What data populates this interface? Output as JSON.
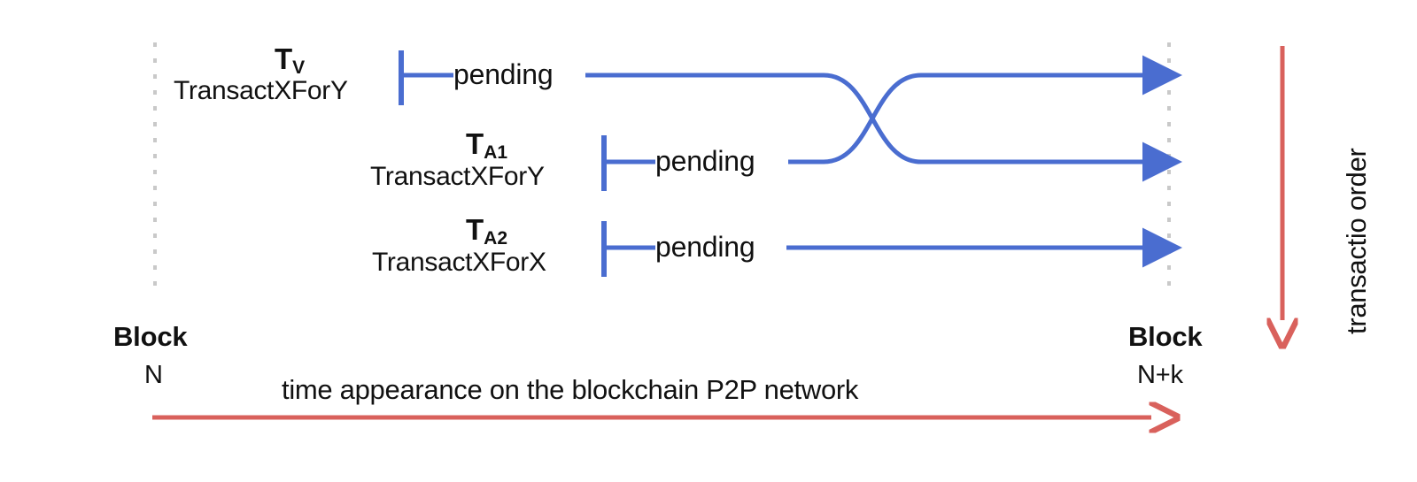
{
  "diagram": {
    "title_caption": "time appearance on the blockchain P2P network",
    "vertical_caption": "transactio order",
    "left_block": {
      "word": "Block",
      "number": "N"
    },
    "right_block": {
      "word": "Block",
      "number": "N+k"
    },
    "colors": {
      "line_blue": "#4a6dd0",
      "arrow_red": "#d9615c",
      "dashed_gray": "#c9c9c9",
      "text_black": "#111111",
      "background": "#ffffff"
    },
    "rows": [
      {
        "symbol": "T",
        "subscript": "V",
        "action": "TransactXForY",
        "status": "pending",
        "ends_at_order": 2
      },
      {
        "symbol": "T",
        "subscript": "A1",
        "action": "TransactXForY",
        "status": "pending",
        "ends_at_order": 1
      },
      {
        "symbol": "T",
        "subscript": "A2",
        "action": "TransactXForX",
        "status": "pending",
        "ends_at_order": 3
      }
    ]
  }
}
